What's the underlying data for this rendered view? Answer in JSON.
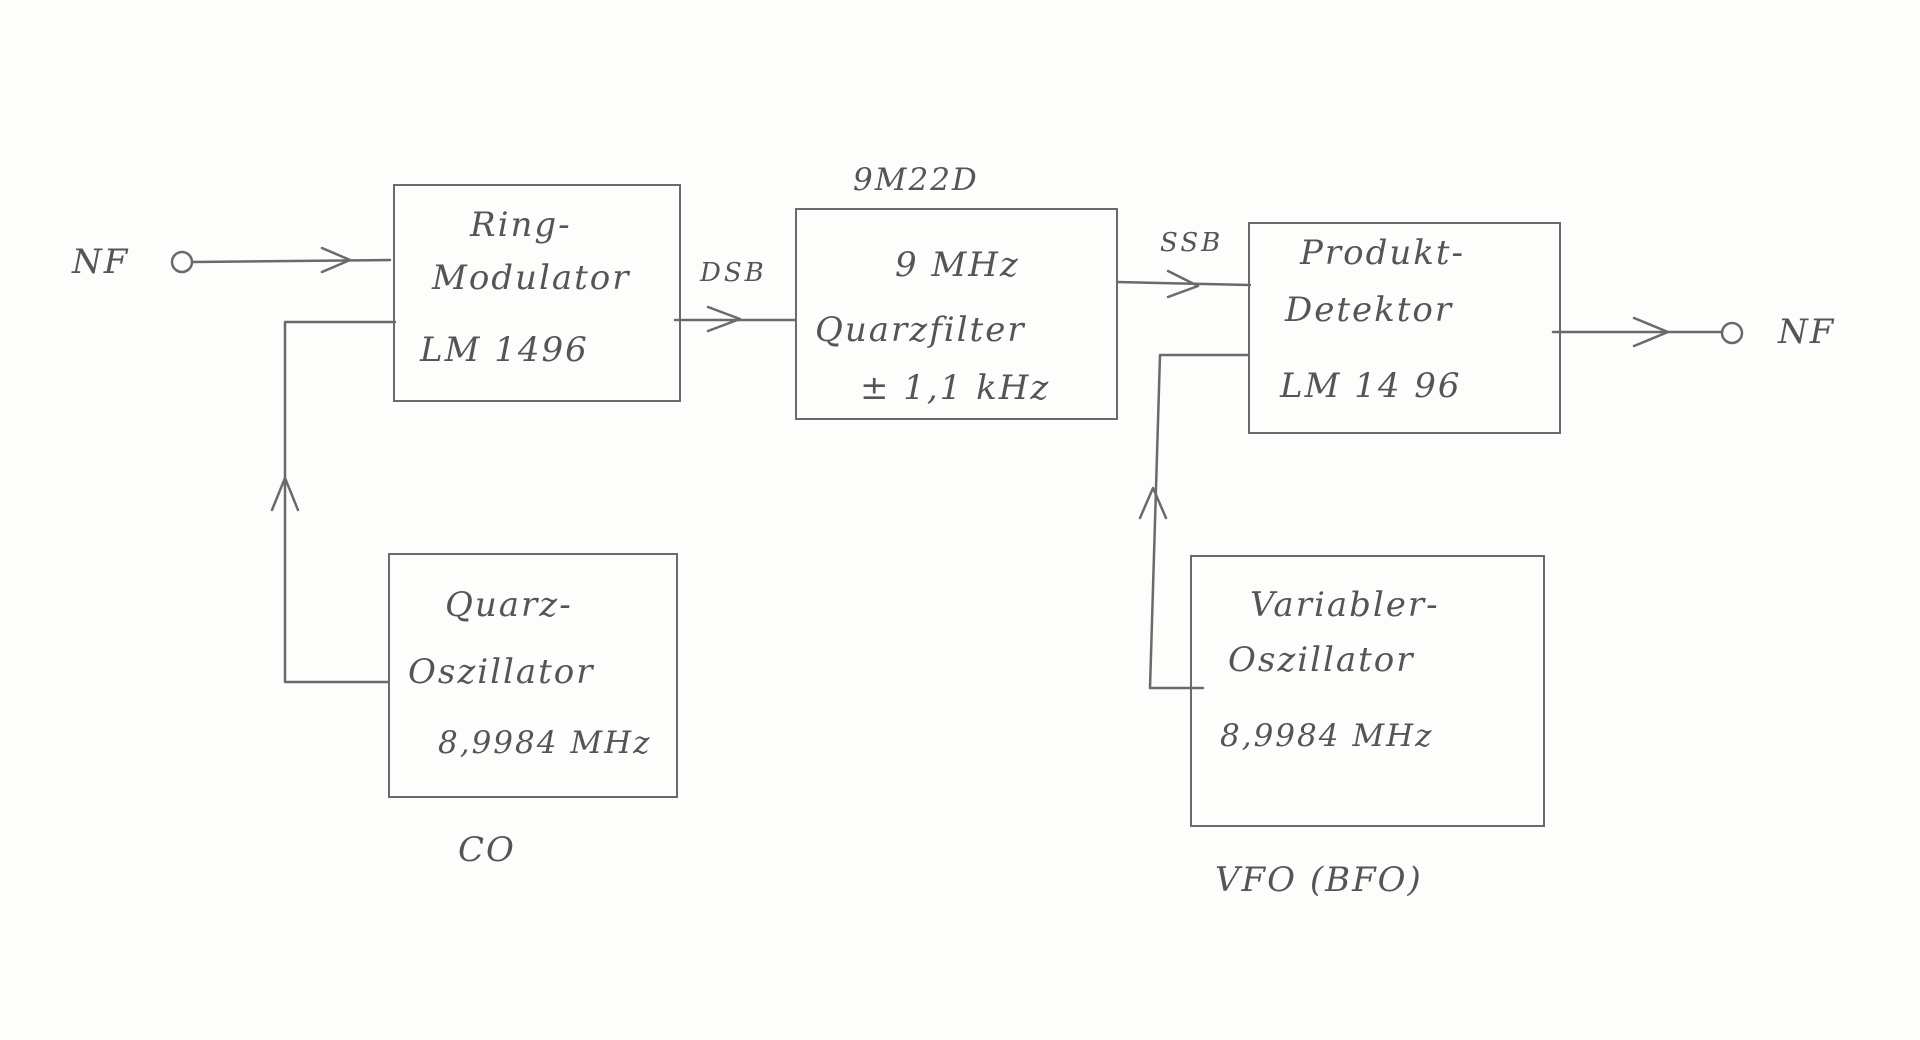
{
  "inputs": {
    "nf_in": "NF",
    "nf_out": "NF"
  },
  "blocks": {
    "ring_modulator": {
      "line1": "Ring-",
      "line2": "Modulator",
      "line3": "LM 1496"
    },
    "quarzfilter": {
      "above": "9M22D",
      "line1": "9 MHz",
      "line2": "Quarzfilter",
      "line3": "± 1,1 kHz"
    },
    "produkt_detektor": {
      "line1": "Produkt-",
      "line2": "Detektor",
      "line3": "LM 14 96"
    },
    "quarz_oszillator": {
      "line1": "Quarz-",
      "line2": "Oszillator",
      "line3": "8,9984 MHz",
      "below": "CO"
    },
    "variabler_oszillator": {
      "line1": "Variabler-",
      "line2": "Oszillator",
      "line3": "8,9984 MHz",
      "below": "VFO (BFO)"
    }
  },
  "signals": {
    "dsb": "DSB",
    "ssb": "SSB"
  }
}
